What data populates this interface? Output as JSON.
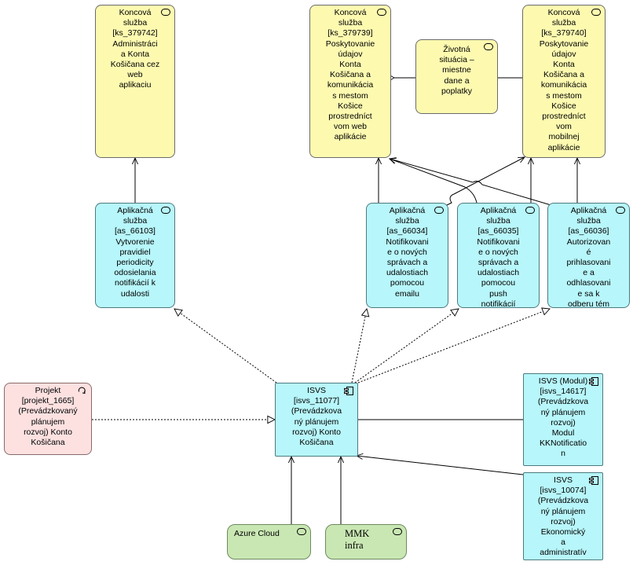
{
  "nodes": {
    "ks_379742": "Koncová\nslužba\n[ks_379742]\nAdministráci\na Konta\nKošičana cez\nweb\naplikaciu",
    "ks_379739": "Koncová\nslužba\n[ks_379739]\nPoskytovanie\núdajov\nKonta\nKošičana a\nkomunikácia\ns mestom\nKošice\nprostredníct\nvom web\naplikácie",
    "zivotna_situacia": "Životná\nsituácia –\nmiestne\ndane a\npoplatky",
    "ks_379740": "Koncová\nslužba\n[ks_379740]\nPoskytovanie\núdajov\nKonta\nKošičana a\nkomunikácia\ns mestom\nKošice\nprostredníct\nvom\nmobilnej\naplikácie",
    "as_66103": "Aplikačná\nslužba\n[as_66103]\nVytvorenie\npravidiel\nperiodicity\nodosielania\nnotifikácií k\nudalosti",
    "as_66034": "Aplikačná\nslužba\n[as_66034]\nNotifikovani\ne o nových\nsprávach a\nudalostiach\npomocou\nemailu",
    "as_66035": "Aplikačná\nslužba\n[as_66035]\nNotifikovani\ne o nových\nsprávach a\nudalostiach\npomocou\npush\nnotifikácií",
    "as_66036": "Aplikačná\nslužba\n[as_66036]\nAutorizovan\né\nprihlasovani\ne a\nodhlasovani\ne sa k\nodberu tém",
    "projekt_1665": "Projekt\n[projekt_1665]\n(Prevádzkovaný\nplánujem\nrozvoj) Konto\nKošičana",
    "isvs_11077": "ISVS\n[isvs_11077]\n(Prevádzkova\nný plánujem\nrozvoj) Konto\nKošičana",
    "isvs_14617": "ISVS (Modul)\n[isvs_14617]\n(Prevádzkova\nný plánujem\nrozvoj)\nModul\nKKNotificatio\nn",
    "isvs_10074": "ISVS\n[isvs_10074]\n(Prevádzkova\nný plánujem\nrozvoj)\nEkonomický\na\nadministratív",
    "azure_cloud": "Azure Cloud",
    "mmk_infra": "MMK\ninfra"
  },
  "colors": {
    "business_service": "#fdfab0",
    "application": "#b7f6fa",
    "project": "#fde1e1",
    "technology": "#c9e7b3"
  },
  "icons": {
    "service": "service-icon",
    "component": "component-icon",
    "process": "process-icon",
    "technology": "technology-icon"
  }
}
